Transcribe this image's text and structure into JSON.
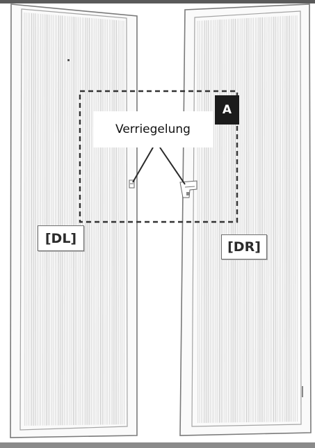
{
  "callout": {
    "text": "Verriegelung"
  },
  "detail": {
    "badge": "A"
  },
  "panels": {
    "left_label": "[DL]",
    "right_label": "[DR]"
  },
  "colors": {
    "line": "#7a7a7a",
    "slats": "#c9c9c9",
    "dash": "#333333",
    "badge": "#1b1b1b"
  }
}
